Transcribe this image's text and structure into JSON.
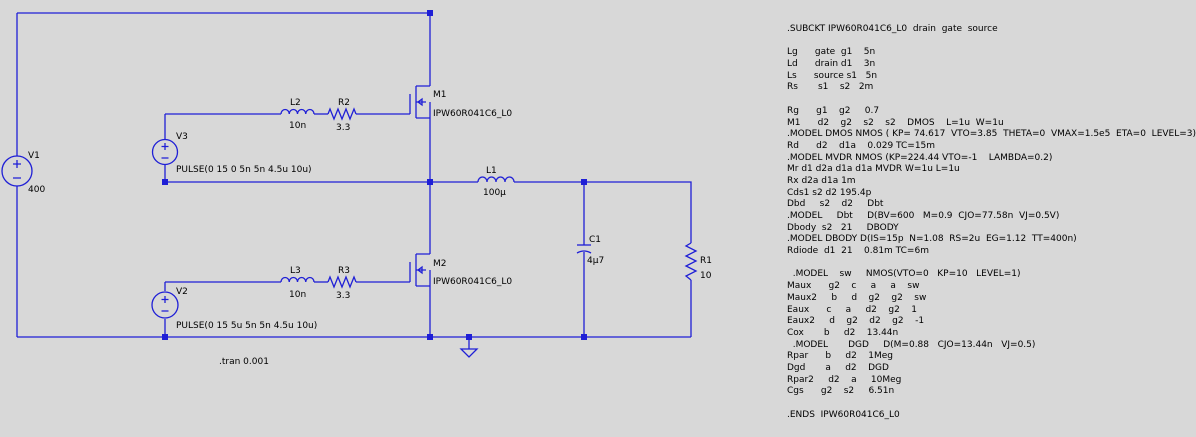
{
  "schematic": {
    "components": {
      "V1": {
        "ref": "V1",
        "value": "400"
      },
      "V2": {
        "ref": "V2",
        "value": "PULSE(0 15 5u 5n 5n 4.5u 10u)"
      },
      "V3": {
        "ref": "V3",
        "value": "PULSE(0 15 0 5n 5n 4.5u 10u)"
      },
      "L1": {
        "ref": "L1",
        "value": "100µ"
      },
      "L2": {
        "ref": "L2",
        "value": "10n"
      },
      "L3": {
        "ref": "L3",
        "value": "10n"
      },
      "R1": {
        "ref": "R1",
        "value": "10"
      },
      "R2": {
        "ref": "R2",
        "value": "3.3"
      },
      "R3": {
        "ref": "R3",
        "value": "3.3"
      },
      "C1": {
        "ref": "C1",
        "value": "4µ7"
      },
      "M1": {
        "ref": "M1",
        "value": "IPW60R041C6_L0"
      },
      "M2": {
        "ref": "M2",
        "value": "IPW60R041C6_L0"
      }
    },
    "directive": ".tran 0.001",
    "wire_color": "#1f1fd6",
    "background_color": "#d8d8d8"
  },
  "netlist": [
    ".SUBCKT IPW60R041C6_L0  drain  gate  source",
    "",
    "Lg      gate  g1    5n",
    "Ld      drain d1    3n",
    "Ls      source s1   5n",
    "Rs       s1    s2   2m",
    "",
    "Rg      g1    g2     0.7",
    "M1      d2    g2    s2    s2    DMOS    L=1u  W=1u",
    ".MODEL DMOS NMOS ( KP= 74.617  VTO=3.85  THETA=0  VMAX=1.5e5  ETA=0  LEVEL=3)",
    "Rd      d2    d1a    0.029 TC=15m",
    ".MODEL MVDR NMOS (KP=224.44 VTO=-1    LAMBDA=0.2)",
    "Mr d1 d2a d1a d1a MVDR W=1u L=1u",
    "Rx d2a d1a 1m",
    "Cds1 s2 d2 195.4p",
    "Dbd     s2    d2     Dbt",
    ".MODEL     Dbt     D(BV=600   M=0.9  CJO=77.58n  VJ=0.5V)",
    "Dbody  s2   21     DBODY",
    ".MODEL DBODY D(IS=15p  N=1.08  RS=2u  EG=1.12  TT=400n)",
    "Rdiode  d1  21    0.81m TC=6m",
    "",
    "  .MODEL    sw     NMOS(VTO=0   KP=10   LEVEL=1)",
    "Maux      g2    c     a     a    sw",
    "Maux2     b     d    g2    g2    sw",
    "Eaux      c     a     d2    g2    1",
    "Eaux2     d    g2    d2    g2    -1",
    "Cox       b     d2    13.44n",
    "  .MODEL       DGD     D(M=0.88   CJO=13.44n   VJ=0.5)",
    "Rpar      b     d2    1Meg",
    "Dgd       a     d2    DGD",
    "Rpar2     d2    a     10Meg",
    "Cgs      g2    s2     6.51n",
    "",
    ".ENDS  IPW60R041C6_L0"
  ]
}
